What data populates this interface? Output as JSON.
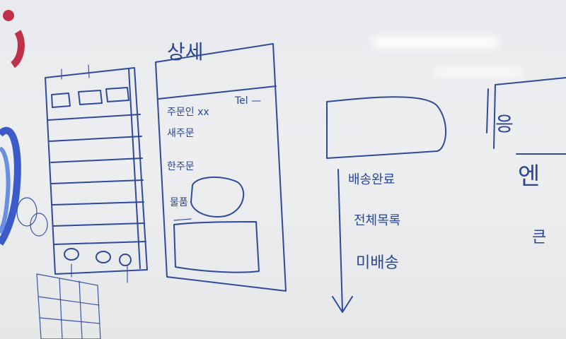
{
  "sketch": {
    "detail_title": "상세",
    "row_tel": "Tel —",
    "detail_note_1": "주문인 xx",
    "detail_note_2": "새주문",
    "detail_note_3": "한주문",
    "detail_note_4": "물품",
    "flow_labels": [
      "배송완료",
      "전체목록",
      "미배송"
    ],
    "right_partial": [
      "응",
      "엔",
      "큰"
    ]
  },
  "colors": {
    "ink": "#2f4a9a",
    "board": "#eceef0",
    "accent_red": "#c0304a"
  }
}
